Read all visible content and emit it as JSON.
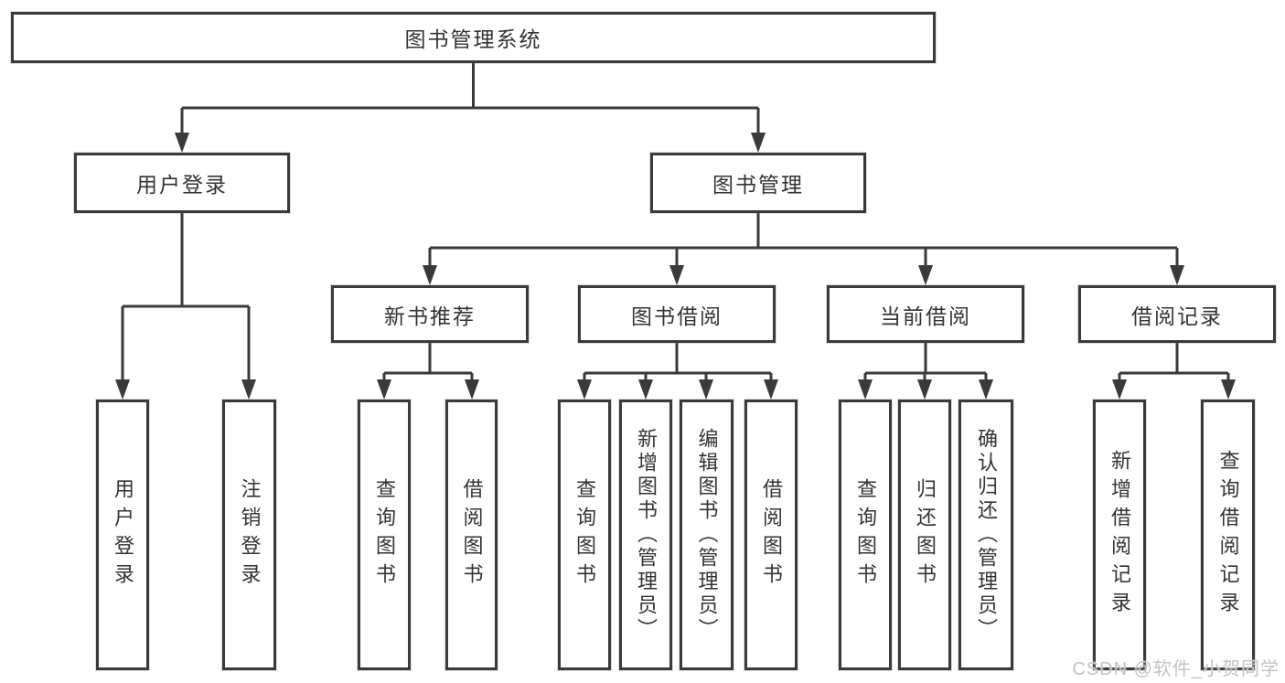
{
  "diagram": {
    "root": {
      "label": "图书管理系统"
    },
    "level2": {
      "user_login": {
        "label": "用户登录"
      },
      "book_management": {
        "label": "图书管理"
      }
    },
    "level3": {
      "new_book_recommend": {
        "label": "新书推荐"
      },
      "book_borrowing": {
        "label": "图书借阅"
      },
      "current_borrowing": {
        "label": "当前借阅"
      },
      "borrowing_records": {
        "label": "借阅记录"
      }
    },
    "leaves": {
      "user_login": {
        "label": "用户登录"
      },
      "logout": {
        "label": "注销登录"
      },
      "nb_query_books": {
        "label": "查询图书"
      },
      "nb_borrow_books": {
        "label": "借阅图书"
      },
      "bb_query_books": {
        "label": "查询图书"
      },
      "bb_add_books": {
        "label": "新增图书（管理员）"
      },
      "bb_edit_books": {
        "label": "编辑图书（管理员）"
      },
      "bb_borrow_books": {
        "label": "借阅图书"
      },
      "cb_query_books": {
        "label": "查询图书"
      },
      "cb_return_books": {
        "label": "归还图书"
      },
      "cb_confirm_return": {
        "label": "确认归还（管理员）"
      },
      "br_add_record": {
        "label": "新增借阅记录"
      },
      "br_query_record": {
        "label": "查询借阅记录"
      }
    }
  },
  "watermark": {
    "text": "CSDN @软件_小贺同学"
  },
  "colors": {
    "line": "#3a3a3a",
    "box_border": "#3a3a3a",
    "text": "#333333",
    "watermark": "#c3c3c3",
    "background": "#ffffff"
  }
}
